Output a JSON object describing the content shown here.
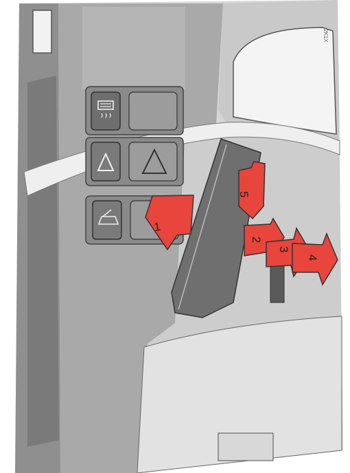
{
  "figure": {
    "code": "2K1X",
    "arrow_color": "#e8453c",
    "callouts": [
      {
        "id": "1",
        "label": "1"
      },
      {
        "id": "2",
        "label": "2"
      },
      {
        "id": "3",
        "label": "3"
      },
      {
        "id": "4",
        "label": "4"
      },
      {
        "id": "5",
        "label": "5"
      }
    ],
    "switches": [
      {
        "icon": "rear-window-defroster-icon"
      },
      {
        "icon": "hazard-warning-icon"
      },
      {
        "icon": "trunk-release-icon"
      }
    ]
  }
}
